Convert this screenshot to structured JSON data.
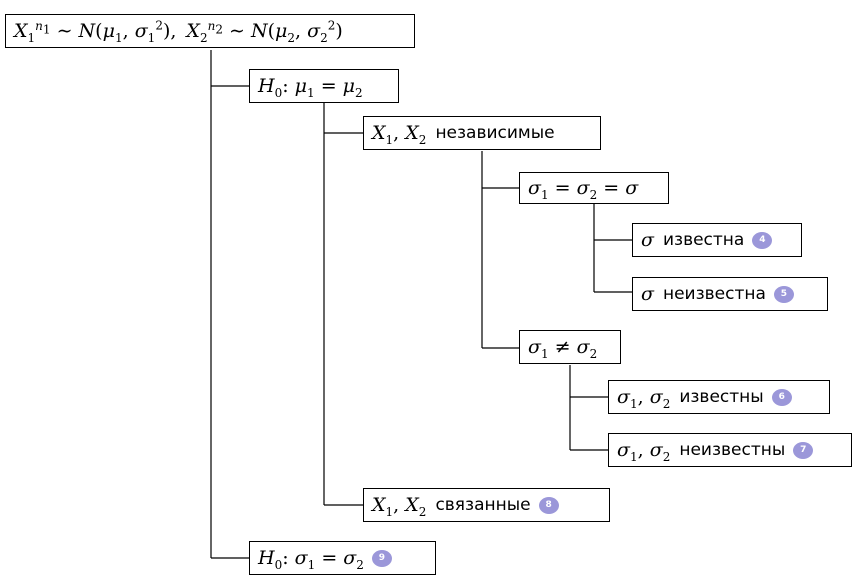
{
  "nodes": [
    {
      "id": "root",
      "math": "X_1^{n_1} ~ N(mu_1, sigma_1^2),  X_2^{n_2} ~ N(mu_2, sigma_2^2)",
      "text": "",
      "badge": ""
    },
    {
      "id": "h0-mean",
      "math": "H_0: mu_1 = mu_2",
      "text": "",
      "badge": ""
    },
    {
      "id": "independent",
      "math": "X_1, X_2",
      "text": "независимые",
      "badge": ""
    },
    {
      "id": "sigma-equal",
      "math": "sigma_1 = sigma_2 = sigma",
      "text": "",
      "badge": ""
    },
    {
      "id": "sigma-known",
      "math": "sigma",
      "text": "известна",
      "badge": "4"
    },
    {
      "id": "sigma-unknown",
      "math": "sigma",
      "text": "неизвестна",
      "badge": "5"
    },
    {
      "id": "sigma-not-equal",
      "math": "sigma_1 != sigma_2",
      "text": "",
      "badge": ""
    },
    {
      "id": "sigmas-known",
      "math": "sigma_1, sigma_2",
      "text": "известны",
      "badge": "6"
    },
    {
      "id": "sigmas-unknown",
      "math": "sigma_1, sigma_2",
      "text": "неизвестны",
      "badge": "7"
    },
    {
      "id": "paired",
      "math": "X_1, X_2",
      "text": "связанные",
      "badge": "8"
    },
    {
      "id": "h0-variance",
      "math": "H_0: sigma_1 = sigma_2",
      "text": "",
      "badge": "9"
    }
  ],
  "colors": {
    "border": "#000000",
    "badge": "#9b97d9",
    "badge_text": "#ffffff"
  }
}
